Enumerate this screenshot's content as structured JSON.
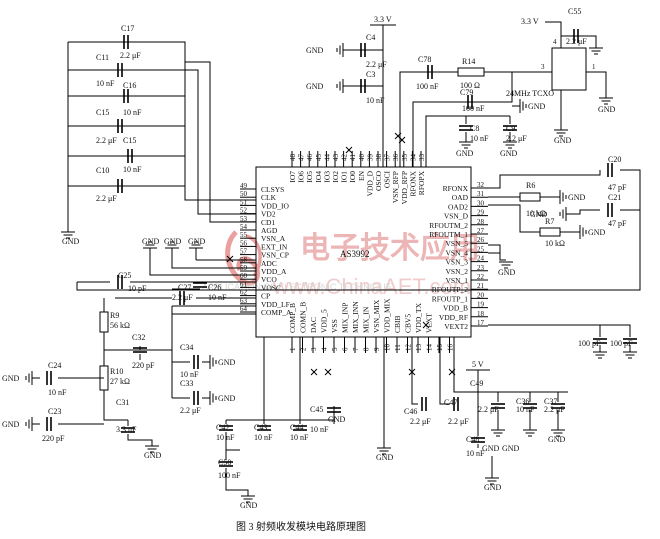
{
  "chip": {
    "name": "AS3992",
    "left_pins": [
      {
        "num": "49",
        "label": "CLSYS"
      },
      {
        "num": "50",
        "label": "CLK"
      },
      {
        "num": "51",
        "label": "VDD_IO"
      },
      {
        "num": "52",
        "label": "VD2"
      },
      {
        "num": "53",
        "label": "CD1"
      },
      {
        "num": "54",
        "label": "AGD"
      },
      {
        "num": "55",
        "label": "VSN_A"
      },
      {
        "num": "56",
        "label": "EXT_IN"
      },
      {
        "num": "57",
        "label": "VSN_CP"
      },
      {
        "num": "58",
        "label": "ADC"
      },
      {
        "num": "59",
        "label": "VDD_A"
      },
      {
        "num": "60",
        "label": "VCO"
      },
      {
        "num": "61",
        "label": "VOSC"
      },
      {
        "num": "62",
        "label": "CP"
      },
      {
        "num": "63",
        "label": "VDD_LF"
      },
      {
        "num": "64",
        "label": "COMP_A"
      }
    ],
    "right_pins": [
      {
        "num": "32",
        "label": "RFONX"
      },
      {
        "num": "31",
        "label": "OAD"
      },
      {
        "num": "30",
        "label": "OAD2"
      },
      {
        "num": "29",
        "label": "VSN_D"
      },
      {
        "num": "28",
        "label": "RFOUTM_2"
      },
      {
        "num": "27",
        "label": "RFOUTM_1"
      },
      {
        "num": "26",
        "label": "VSN_5"
      },
      {
        "num": "25",
        "label": "VSN_4"
      },
      {
        "num": "24",
        "label": "VSN_3"
      },
      {
        "num": "23",
        "label": "VSN_2"
      },
      {
        "num": "22",
        "label": "VSN_1"
      },
      {
        "num": "21",
        "label": "RFOUTP_2"
      },
      {
        "num": "20",
        "label": "RFOUTP_1"
      },
      {
        "num": "19",
        "label": "VDD_B"
      },
      {
        "num": "18",
        "label": "VDD_RF"
      },
      {
        "num": "17",
        "label": "VEXT2"
      }
    ],
    "top_pins": [
      {
        "num": "48",
        "label": "IO7"
      },
      {
        "num": "47",
        "label": "IO6"
      },
      {
        "num": "46",
        "label": "IO5"
      },
      {
        "num": "45",
        "label": "IO4"
      },
      {
        "num": "44",
        "label": "IO3"
      },
      {
        "num": "43",
        "label": "IO2"
      },
      {
        "num": "42",
        "label": "IO1"
      },
      {
        "num": "41",
        "label": "IO0"
      },
      {
        "num": "40",
        "label": "EN"
      },
      {
        "num": "39",
        "label": "VDD_D"
      },
      {
        "num": "38",
        "label": "OSCO"
      },
      {
        "num": "37",
        "label": "OSCI"
      },
      {
        "num": "36",
        "label": "VSN_RFP"
      },
      {
        "num": "35",
        "label": "VDD_RFP"
      },
      {
        "num": "34",
        "label": "RFONX"
      },
      {
        "num": "33",
        "label": "RFOPX"
      }
    ],
    "bottom_pins": [
      {
        "num": "1",
        "label": "COMP_B"
      },
      {
        "num": "2",
        "label": "COMN_B"
      },
      {
        "num": "3",
        "label": "DAC"
      },
      {
        "num": "4",
        "label": "VDD_5"
      },
      {
        "num": "5",
        "label": "VSS"
      },
      {
        "num": "6",
        "label": "MIX_INP"
      },
      {
        "num": "7",
        "label": "MIX_INN"
      },
      {
        "num": "8",
        "label": "MIX_IN"
      },
      {
        "num": "9",
        "label": "VSN_MIX"
      },
      {
        "num": "10",
        "label": "VDD_MIX"
      },
      {
        "num": "11",
        "label": "CBIB"
      },
      {
        "num": "12",
        "label": "CBV5"
      },
      {
        "num": "13",
        "label": "VDD_TX"
      },
      {
        "num": "14",
        "label": "VEXT"
      },
      {
        "num": "15",
        "label": ""
      },
      {
        "num": "16",
        "label": ""
      }
    ]
  },
  "power": {
    "v33_a": "3.3 V",
    "v33_b": "3.3 V",
    "v5": "5 V"
  },
  "gnd": "GND",
  "tcxo": {
    "label": "24MHz TCXO",
    "pin4": "4",
    "pin3": "3",
    "pin1": "1"
  },
  "parts": {
    "C17": {
      "ref": "C17",
      "val": "2.2 μF"
    },
    "C11": {
      "ref": "C11",
      "val": "10 nF"
    },
    "C16": {
      "ref": "C16",
      "val": "10 nF"
    },
    "C15a": {
      "ref": "C15",
      "val": "2.2 μF"
    },
    "C15b": {
      "ref": "C15",
      "val": "10 nF"
    },
    "C10": {
      "ref": "C10",
      "val": "2.2 μF"
    },
    "C4": {
      "ref": "C4",
      "val": "2.2 μF"
    },
    "C3": {
      "ref": "C3",
      "val": "10 nF"
    },
    "C78": {
      "ref": "C78",
      "val": "100 nF"
    },
    "R14": {
      "ref": "R14",
      "val": "100 Ω"
    },
    "C79": {
      "ref": "C79",
      "val": "100 nF"
    },
    "C55": {
      "ref": "C55",
      "val": "2.2 μF"
    },
    "C8": {
      "ref": "C8",
      "val": "10 nF"
    },
    "C9": {
      "ref": "C9",
      "val": "2.2 μF"
    },
    "R6": {
      "ref": "R6",
      "val": "10 kΩ"
    },
    "R7": {
      "ref": "R7",
      "val": "10 kΩ"
    },
    "C20": {
      "ref": "C20",
      "val": "47 pF"
    },
    "C21": {
      "ref": "C21",
      "val": "47 pF"
    },
    "C25": {
      "ref": "C25",
      "val": "10 pF"
    },
    "C27": {
      "ref": "C27",
      "val": "2.2 μF"
    },
    "C26": {
      "ref": "C26",
      "val": "10 nF"
    },
    "R9": {
      "ref": "R9",
      "val": "56 kΩ"
    },
    "C32": {
      "ref": "C32",
      "val": "220 pF"
    },
    "R10": {
      "ref": "R10",
      "val": "27 kΩ"
    },
    "C24": {
      "ref": "C24",
      "val": "10 nF"
    },
    "C23": {
      "ref": "C23",
      "val": "220 pF"
    },
    "C31": {
      "ref": "C31",
      "val": "3.3 nF"
    },
    "C34": {
      "ref": "C34",
      "val": "10 nF"
    },
    "C33": {
      "ref": "C33",
      "val": "2.2 μF"
    },
    "C42": {
      "ref": "C42",
      "val": "10 nF"
    },
    "C43": {
      "ref": "C43",
      "val": "10 nF"
    },
    "C44": {
      "ref": "C44",
      "val": "10 nF"
    },
    "C45": {
      "ref": "C45",
      "val": "10 nF"
    },
    "C46": {
      "ref": "C46",
      "val": "2.2 μF"
    },
    "C47": {
      "ref": "C47",
      "val": "2.2 μF"
    },
    "C48": {
      "ref": "C48",
      "val": "10 nF"
    },
    "C49": {
      "ref": "C49",
      "val": "2.2 μF"
    },
    "C36": {
      "ref": "C36",
      "val": "10 nF"
    },
    "C37": {
      "ref": "C37",
      "val": "2.2 μF"
    },
    "C50": {
      "ref": "C50",
      "val": "100 nF"
    },
    "Cr1": {
      "ref": "",
      "val": "100 pF"
    },
    "Cr2": {
      "ref": "",
      "val": "100 pF"
    }
  },
  "watermark": {
    "brand": "电子技术应用",
    "site": "www.ChinaAET.com",
    "subtitle": "APPLICATION OF ELECTRONIC TECHNIQUE"
  },
  "caption": "图 3    射频收发模块电路原理图"
}
